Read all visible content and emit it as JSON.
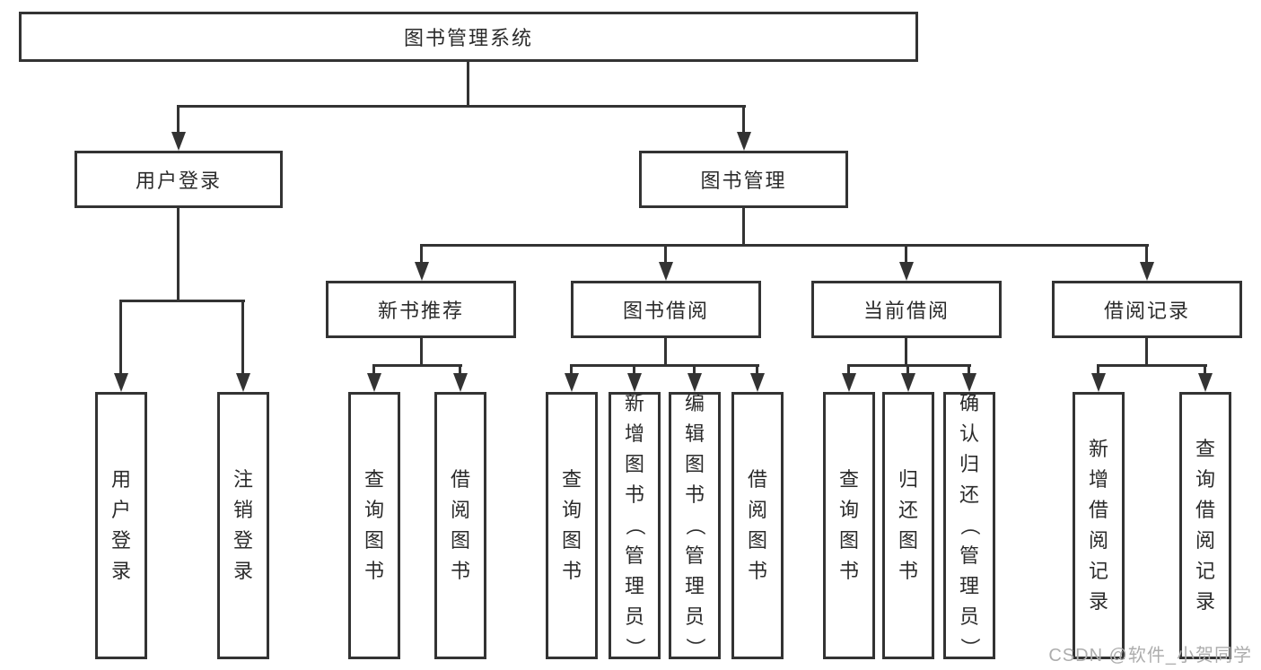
{
  "colors": {
    "line": "#333333",
    "text": "#2b2b2b",
    "watermark": "#adadad",
    "background": "#ffffff"
  },
  "diagram": {
    "root": {
      "label": "图书管理系统"
    },
    "level2": [
      {
        "label": "用户登录"
      },
      {
        "label": "图书管理"
      }
    ],
    "level3": [
      {
        "label": "新书推荐"
      },
      {
        "label": "图书借阅"
      },
      {
        "label": "当前借阅"
      },
      {
        "label": "借阅记录"
      }
    ],
    "leaves": {
      "user_login": [
        "用户登录",
        "注销登录"
      ],
      "new_book_recommend": [
        "查询图书",
        "借阅图书"
      ],
      "book_borrow": [
        "查询图书",
        "新增图书（管理员）",
        "编辑图书（管理员）",
        "借阅图书"
      ],
      "current_borrow": [
        "查询图书",
        "归还图书",
        "确认归还（管理员）"
      ],
      "borrow_records": [
        "新增借阅记录",
        "查询借阅记录"
      ]
    }
  },
  "watermark": {
    "text": "CSDN @软件_小贺同学"
  }
}
